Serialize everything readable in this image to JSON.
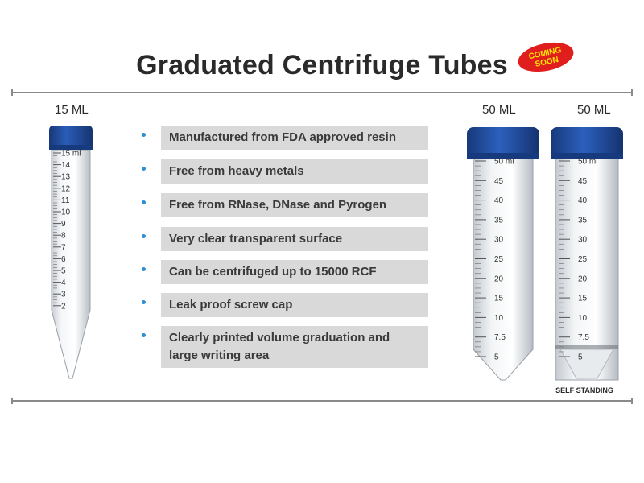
{
  "title": "Graduated Centrifuge Tubes",
  "badge": {
    "line1": "COMING",
    "line2": "SOON"
  },
  "tubes": [
    {
      "label": "15 ML",
      "graduations": [
        "15 ml",
        "14",
        "13",
        "12",
        "11",
        "10",
        "9",
        "8",
        "7",
        "6",
        "5",
        "4",
        "3",
        "2"
      ]
    },
    {
      "label": "50 ML",
      "graduations": [
        "50 ml",
        "45",
        "40",
        "35",
        "30",
        "25",
        "20",
        "15",
        "10",
        "7.5",
        "5"
      ]
    },
    {
      "label": "50 ML",
      "graduations": [
        "50 ml",
        "45",
        "40",
        "35",
        "30",
        "25",
        "20",
        "15",
        "10",
        "7.5",
        "5"
      ],
      "note": "SELF STANDING"
    }
  ],
  "features": [
    "Manufactured from FDA approved resin",
    "Free from heavy metals",
    "Free from RNase, DNase and Pyrogen",
    "Very clear transparent surface",
    "Can be centrifuged up to 15000 RCF",
    "Leak proof screw cap",
    "Clearly printed volume graduation and large writing area"
  ],
  "colors": {
    "cap": "#1f4e9c",
    "bullet": "#2a8fd8",
    "badge": "#e01e1e",
    "badge_text": "#ffe600",
    "box": "#d9d9d9"
  }
}
